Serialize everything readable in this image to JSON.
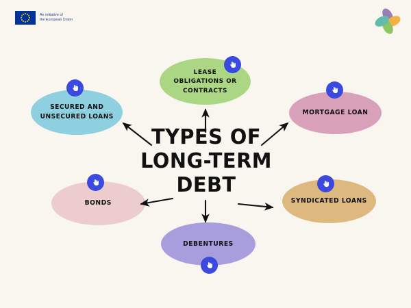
{
  "page": {
    "background_color": "#f9f6f0",
    "title": "Types of Long-Term Debt"
  },
  "eu_badge": {
    "icon": "eu-flag-icon",
    "text": "An initiative of\nthe European Union",
    "flag_color": "#003399",
    "star_color": "#ffcc00",
    "text_color": "#1a3a8f"
  },
  "brand_logo": {
    "icon": "pinwheel-logo-icon",
    "petal_colors": [
      "#8e6fb0",
      "#f0a82e",
      "#7fbf4d",
      "#4fb3a5"
    ]
  },
  "center": {
    "title": "TYPES OF\nLONG-TERM\nDEBT",
    "text_color": "#111111"
  },
  "nodes": [
    {
      "id": "secured-and-unsecured-loans",
      "label": "SECURED AND\nUNSECURED LOANS",
      "color": "#8ecfe0",
      "badge_icon": "tap-cursor-icon",
      "badge_color": "#3b49df"
    },
    {
      "id": "lease-obligations-or-contracts",
      "label": "LEASE\nOBLIGATIONS OR\nCONTRACTS",
      "color": "#abd684",
      "badge_icon": "tap-cursor-icon",
      "badge_color": "#3b49df"
    },
    {
      "id": "mortgage-loan",
      "label": "MORTGAGE LOAN",
      "color": "#d9a0ba",
      "badge_icon": "tap-cursor-icon",
      "badge_color": "#3b49df"
    },
    {
      "id": "bonds",
      "label": "BONDS",
      "color": "#eccccc",
      "badge_icon": "tap-cursor-icon",
      "badge_color": "#3b49df"
    },
    {
      "id": "syndicated-loans",
      "label": "SYNDICATED LOANS",
      "color": "#ddb97f",
      "badge_icon": "tap-cursor-icon",
      "badge_color": "#3b49df"
    },
    {
      "id": "debentures",
      "label": "DEBENTURES",
      "color": "#a89ede",
      "badge_icon": "tap-cursor-icon",
      "badge_color": "#3b49df"
    }
  ],
  "arrows": {
    "color": "#111111",
    "directions": [
      "up-left",
      "up",
      "up-right",
      "left",
      "down",
      "right"
    ]
  }
}
